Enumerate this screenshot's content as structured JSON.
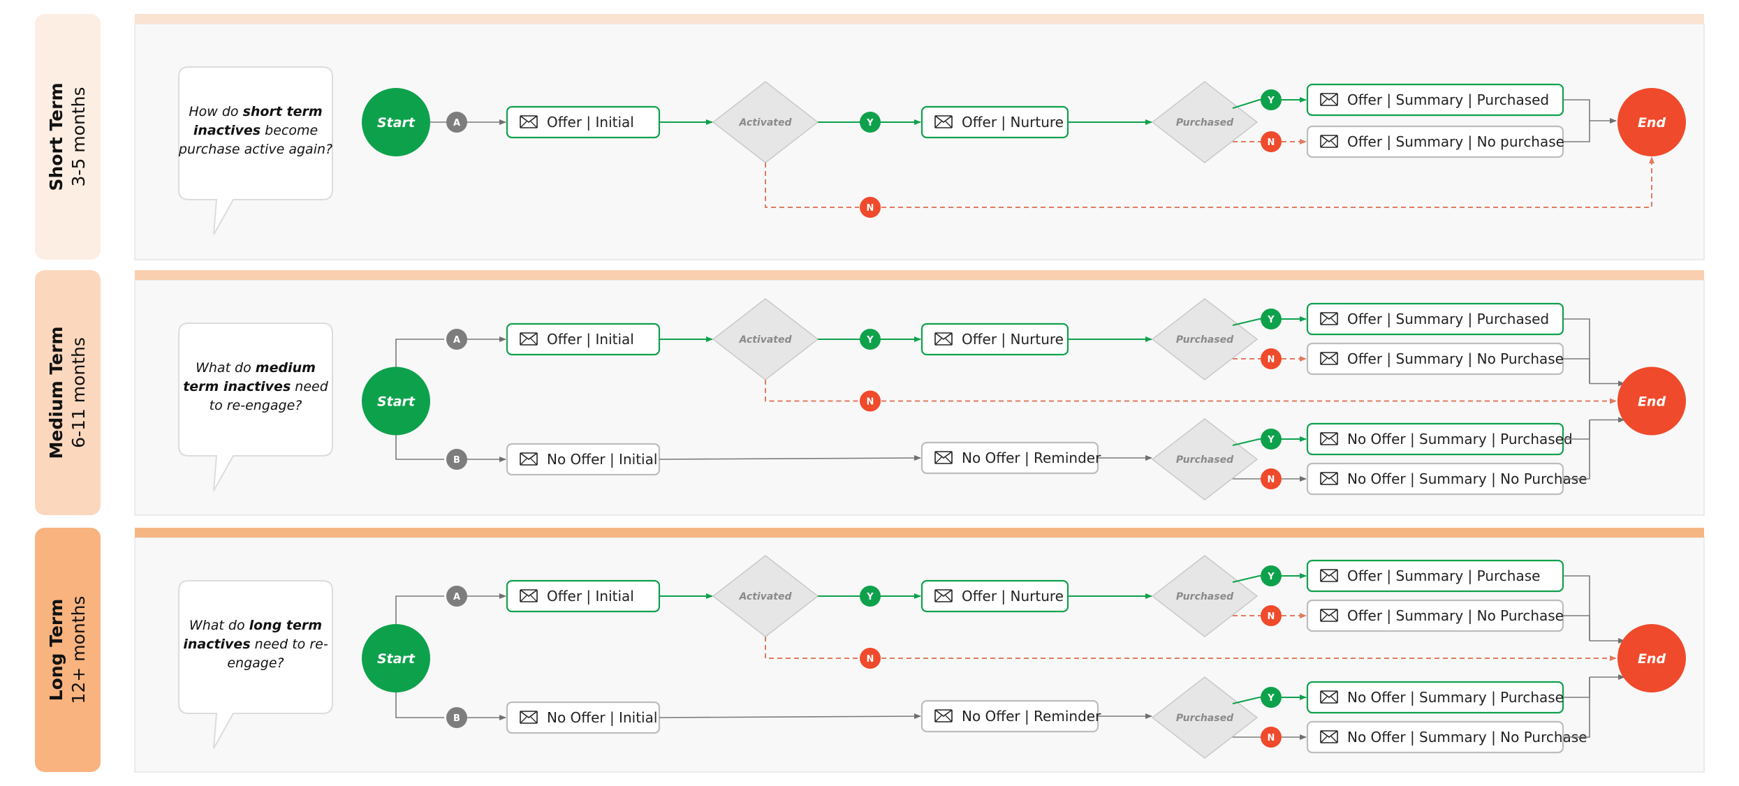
{
  "colors": {
    "green": "#0ea14c",
    "red": "#ef4a2b",
    "red_dash": "#e07a5f",
    "gray": "#808080",
    "lane_short": "#fdeee3",
    "lane_medium": "#fbd7bd",
    "lane_long": "#f8b37f"
  },
  "lanes": [
    {
      "title": "Short Term",
      "subtitle": "3-5 months",
      "question": [
        [
          {
            "t": "How do ",
            "b": false
          },
          {
            "t": "short term",
            "b": true
          }
        ],
        [
          {
            "t": "inactives",
            "b": true
          },
          {
            "t": " become",
            "b": false
          }
        ],
        [
          {
            "t": "purchase active again?",
            "b": false
          }
        ]
      ],
      "start": "Start",
      "end": "End",
      "path_a": {
        "badge": "A",
        "initial": "Offer | Initial",
        "activated": "Activated",
        "yes": "Y",
        "no": "N",
        "nurture": "Offer | Nurture",
        "purchased": "Purchased",
        "summary_yes": "Offer | Summary | Purchased",
        "summary_no": "Offer | Summary | No purchase"
      }
    },
    {
      "title": "Medium Term",
      "subtitle": "6-11 months",
      "question": [
        [
          {
            "t": "What do ",
            "b": false
          },
          {
            "t": "medium",
            "b": true
          }
        ],
        [
          {
            "t": "term inactives",
            "b": true
          },
          {
            "t": " need",
            "b": false
          }
        ],
        [
          {
            "t": "to re-engage?",
            "b": false
          }
        ]
      ],
      "start": "Start",
      "end": "End",
      "path_a": {
        "badge": "A",
        "initial": "Offer | Initial",
        "activated": "Activated",
        "yes": "Y",
        "no": "N",
        "nurture": "Offer | Nurture",
        "purchased": "Purchased",
        "summary_yes": "Offer | Summary | Purchased",
        "summary_no": "Offer | Summary | No Purchase"
      },
      "path_b": {
        "badge": "B",
        "initial": "No Offer | Initial",
        "reminder": "No Offer | Reminder",
        "purchased": "Purchased",
        "yes": "Y",
        "no": "N",
        "summary_yes": "No Offer | Summary | Purchased",
        "summary_no": "No Offer | Summary | No Purchase"
      }
    },
    {
      "title": "Long Term",
      "subtitle": "12+ months",
      "question": [
        [
          {
            "t": "What do ",
            "b": false
          },
          {
            "t": "long term",
            "b": true
          }
        ],
        [
          {
            "t": "inactives",
            "b": true
          },
          {
            "t": " need to re-",
            "b": false
          }
        ],
        [
          {
            "t": "engage?",
            "b": false
          }
        ]
      ],
      "start": "Start",
      "end": "End",
      "path_a": {
        "badge": "A",
        "initial": "Offer | Initial",
        "activated": "Activated",
        "yes": "Y",
        "no": "N",
        "nurture": "Offer | Nurture",
        "purchased": "Purchased",
        "summary_yes": "Offer | Summary | Purchase",
        "summary_no": "Offer | Summary | No Purchase"
      },
      "path_b": {
        "badge": "B",
        "initial": "No Offer | Initial",
        "reminder": "No Offer | Reminder",
        "purchased": "Purchased",
        "yes": "Y",
        "no": "N",
        "summary_yes": "No Offer | Summary | Purchase",
        "summary_no": "No Offer | Summary | No Purchase"
      }
    }
  ]
}
